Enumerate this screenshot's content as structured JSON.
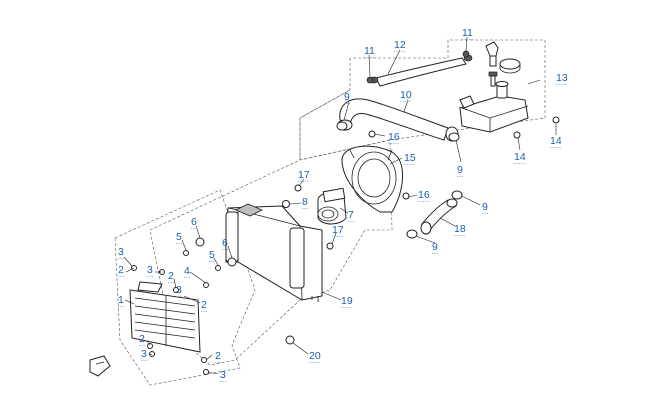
{
  "diagram": {
    "labels": {
      "l1": "1",
      "l2a": "2",
      "l2b": "2",
      "l2c": "2",
      "l2d": "2",
      "l2e": "2",
      "l3a": "3",
      "l3b": "3",
      "l3c": "3",
      "l3d": "3",
      "l3e": "3",
      "l4": "4",
      "l5a": "5",
      "l5b": "5",
      "l6a": "6",
      "l6b": "6",
      "l7": "7",
      "l8": "8",
      "l9a": "9",
      "l9b": "9",
      "l9c": "9",
      "l9d": "9",
      "l10": "10",
      "l11a": "11",
      "l11b": "11",
      "l12": "12",
      "l13": "13",
      "l14a": "14",
      "l14b": "14",
      "l15": "15",
      "l16a": "16",
      "l16b": "16",
      "l17a": "17",
      "l17b": "17",
      "l18": "18",
      "l19": "19",
      "l20": "20"
    },
    "colors": {
      "label": "#1f5fae",
      "line": "#222222",
      "dashed_outline": "#555555"
    }
  }
}
